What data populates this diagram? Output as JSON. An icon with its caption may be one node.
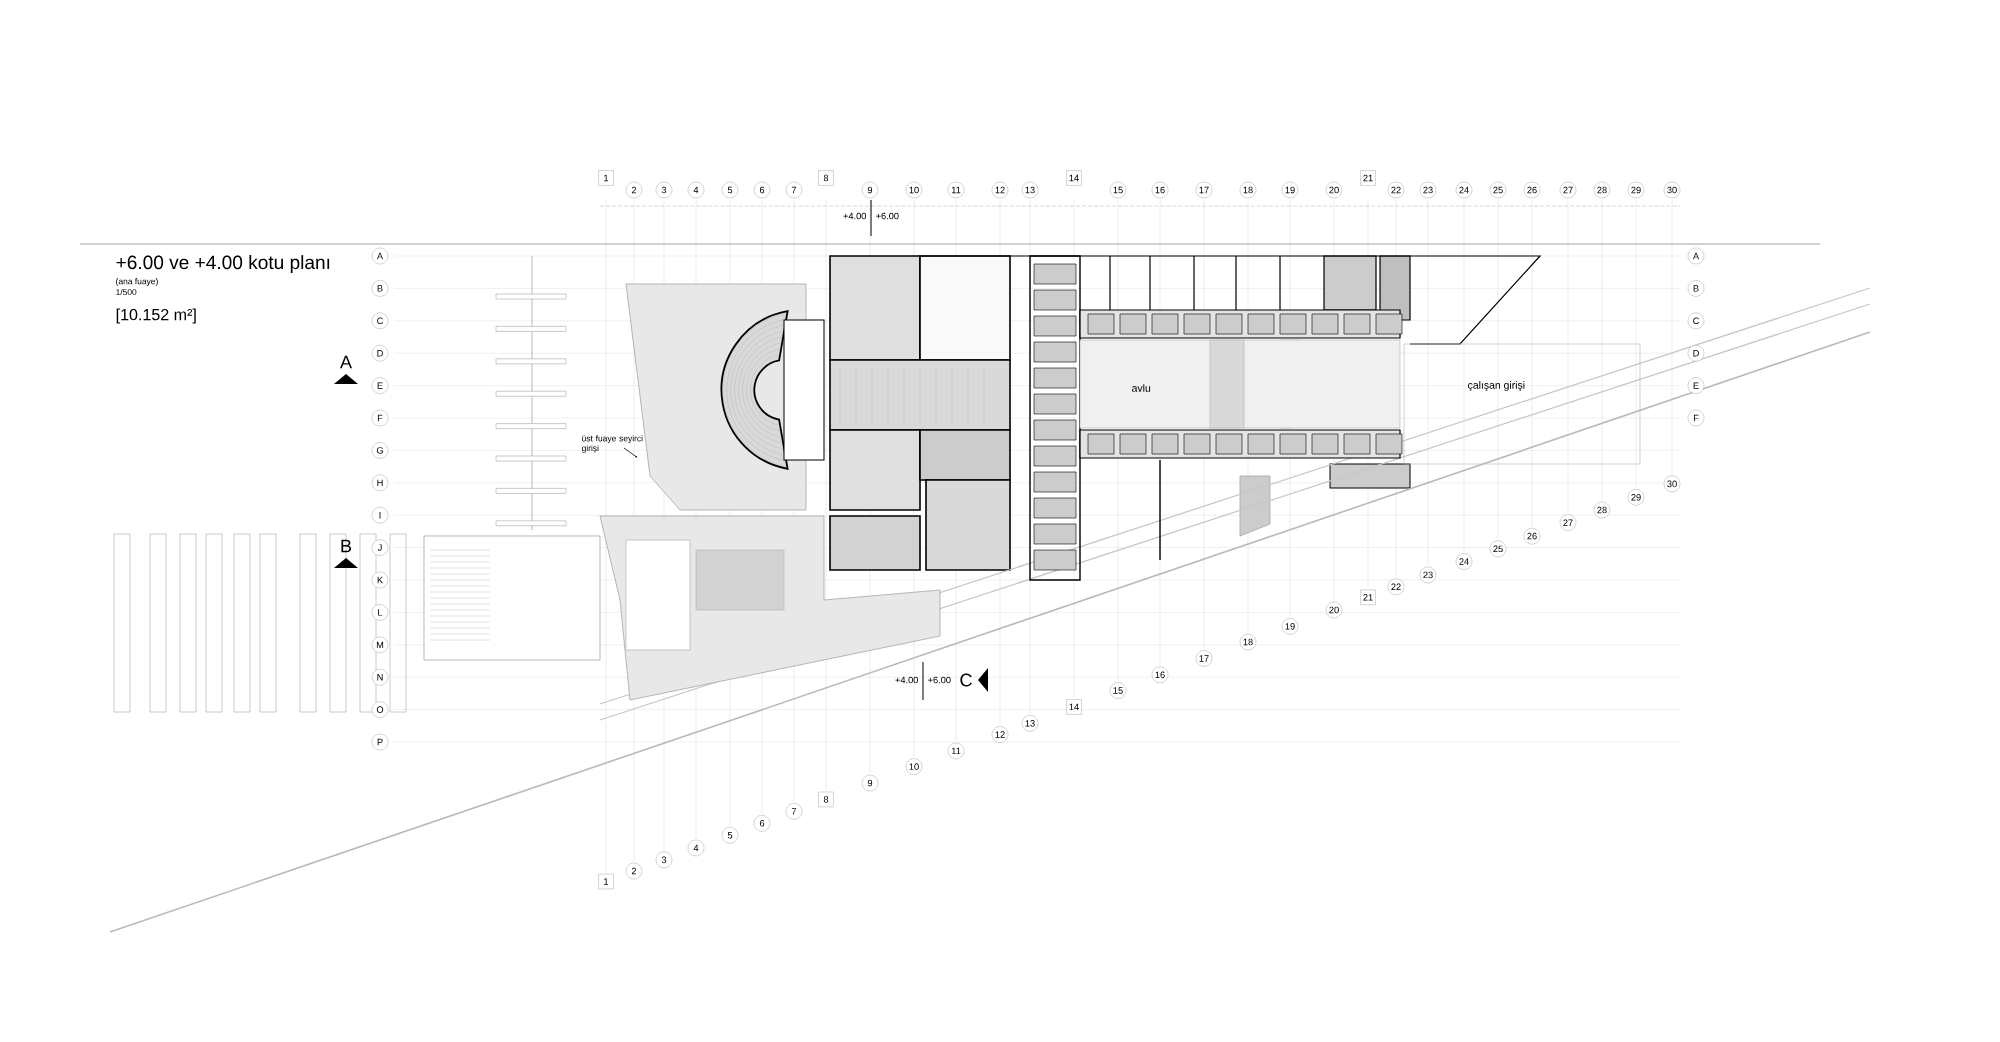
{
  "diagram": {
    "title": "+6.00 ve +4.00 kotu planı",
    "labels": [
      "(ana fuaye)",
      "1/500",
      "[10.152 m²]",
      "A",
      "B",
      "+4.00",
      "+6.00",
      "üst fuaye seyirci girişi",
      "avlu",
      "çalışan girişi",
      "+4.00",
      "+6.00",
      "C",
      "1",
      "2",
      "3",
      "4",
      "5",
      "6",
      "7",
      "8",
      "9",
      "10",
      "11",
      "12",
      "13",
      "14",
      "15",
      "16",
      "17",
      "18",
      "19",
      "20",
      "21",
      "22",
      "23",
      "24",
      "25",
      "26",
      "27",
      "28",
      "29",
      "30",
      "A",
      "B",
      "C",
      "D",
      "E",
      "F",
      "G",
      "H",
      "I",
      "J",
      "K",
      "L",
      "M",
      "N",
      "O",
      "P",
      "A",
      "B",
      "C",
      "D",
      "E",
      "F",
      "1",
      "2",
      "3",
      "4",
      "5",
      "6",
      "7",
      "8",
      "9",
      "10",
      "11",
      "12",
      "13",
      "14",
      "15",
      "16",
      "17",
      "18",
      "19",
      "20",
      "21",
      "22",
      "23",
      "24",
      "25",
      "26",
      "27",
      "28",
      "29",
      "30"
    ]
  }
}
